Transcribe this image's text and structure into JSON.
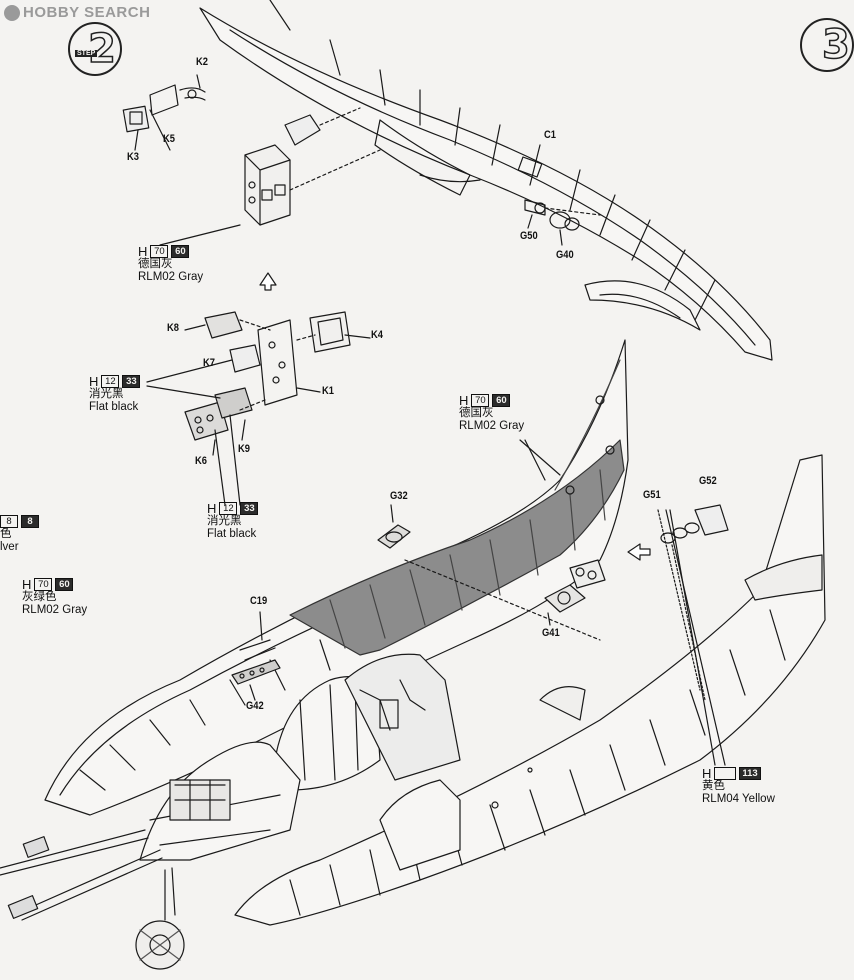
{
  "watermark": {
    "text": "HOBBY SEARCH",
    "icon": "hobby-search-logo-icon"
  },
  "steps": [
    {
      "number": "2",
      "word": "STEP"
    },
    {
      "number": "3"
    }
  ],
  "part_labels": {
    "K2": "K2",
    "K3": "K3",
    "K5": "K5",
    "C1": "C1",
    "G50": "G50",
    "G40": "G40",
    "K8": "K8",
    "K4": "K4",
    "K7": "K7",
    "K1": "K1",
    "K6": "K6",
    "K9": "K9",
    "G32": "G32",
    "G51": "G51",
    "G52": "G52",
    "C19": "C19",
    "G41": "G41",
    "G42": "G42"
  },
  "callouts": {
    "rlm02_top": {
      "h": "H",
      "code1": "70",
      "code2": "60",
      "cn": "德国灰",
      "en": "RLM02 Gray"
    },
    "flat_black_1": {
      "h": "H",
      "code1": "12",
      "code2": "33",
      "cn": "消光黑",
      "en": "Flat black"
    },
    "flat_black_2": {
      "h": "H",
      "code1": "12",
      "code2": "33",
      "cn": "消光黑",
      "en": "Flat black"
    },
    "rlm02_wing": {
      "h": "H",
      "code1": "70",
      "code2": "60",
      "cn": "德国灰",
      "en": "RLM02 Gray"
    },
    "silver": {
      "code1": "8",
      "code2": "8",
      "cn": "色",
      "en": "lver"
    },
    "rlm02_left": {
      "h": "H",
      "code1": "70",
      "code2": "60",
      "cn": "灰绿色",
      "en": "RLM02 Gray"
    },
    "yellow": {
      "h": "H",
      "code2": "113",
      "cn": "黄色",
      "en": "RLM04 Yellow"
    }
  },
  "arrows": [
    "up-arrow-icon",
    "left-arrow-icon"
  ],
  "colors": {
    "ink": "#1a1a1a",
    "paper": "#f4f3f1",
    "shade": "#8c8c8c",
    "watermark": "#9a9a9a"
  }
}
